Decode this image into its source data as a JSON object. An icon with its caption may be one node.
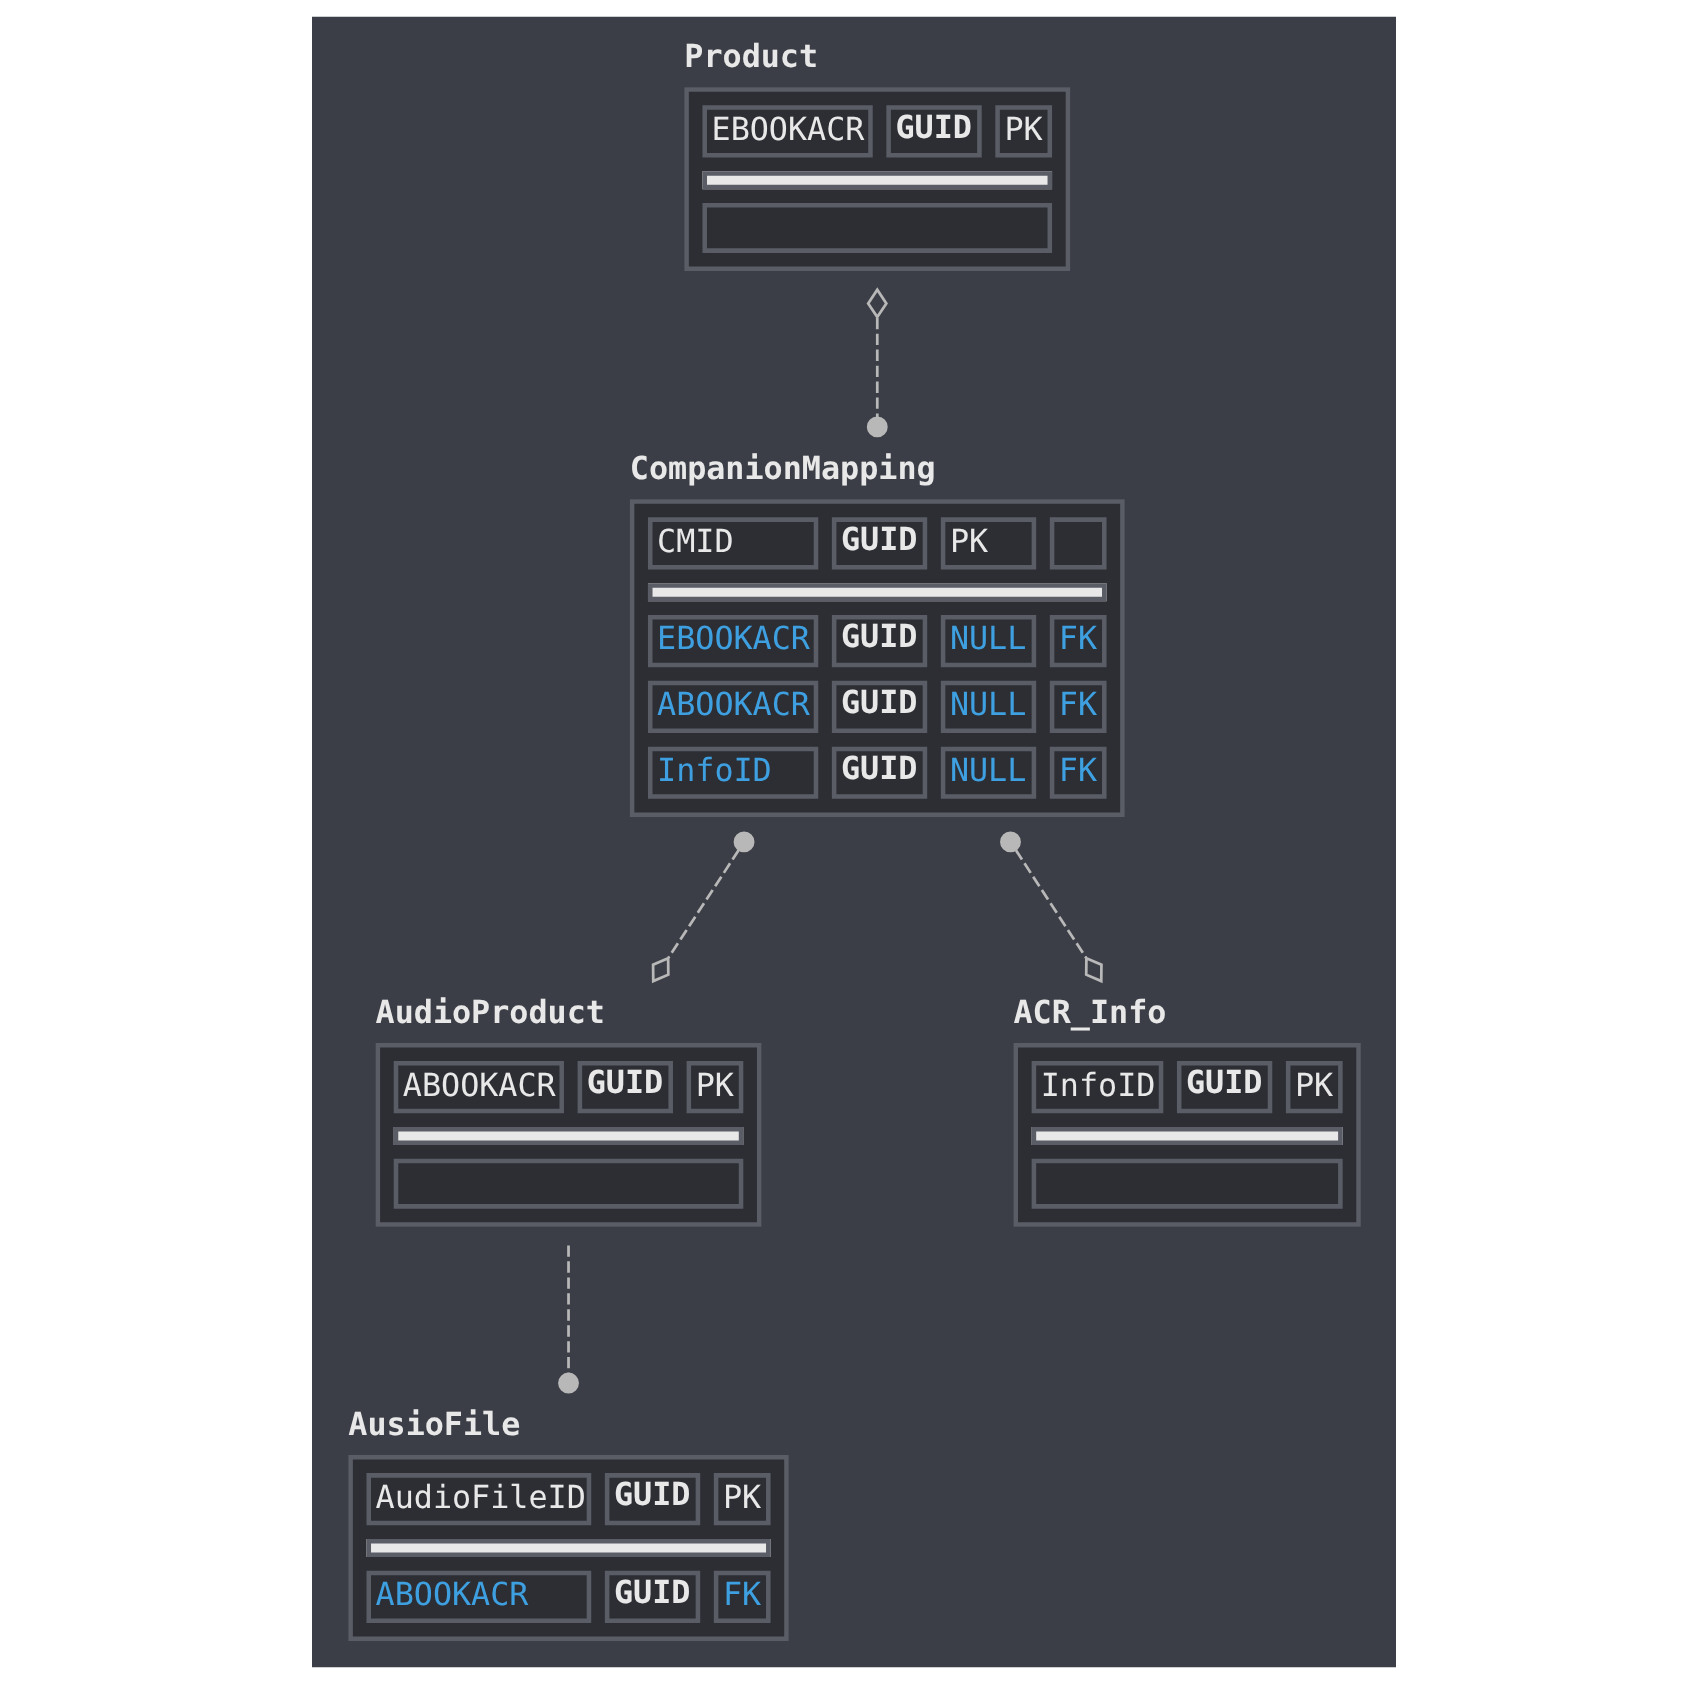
{
  "diagram": {
    "nodes": [
      {
        "text": [
          "Product",
          "EBOOKACR GUID PK"
        ]
      },
      {
        "text": [
          "CompanionMapping",
          "CMID GUID PK",
          "EBOOKACR GUID NULL FK",
          "ABOOKACR GUID NULL FK",
          "InfoID GUID NULL FK"
        ]
      },
      {
        "text": [
          "AudioProduct",
          "ABOOKACR GUID PK"
        ]
      },
      {
        "text": [
          "ACR_Info",
          "InfoID GUID PK"
        ]
      },
      {
        "text": [
          "AusioFile",
          "AudioFileID GUID PK",
          "ABOOKACR GUID FK"
        ]
      }
    ],
    "edges": [
      {
        "from": 0,
        "to": 1,
        "arrow": "other",
        "style": "dashed"
      },
      {
        "from": 1,
        "to": 2,
        "arrow": "other",
        "style": "dashed"
      },
      {
        "from": 1,
        "to": 3,
        "arrow": "other",
        "style": "dashed"
      },
      {
        "from": 2,
        "to": 4,
        "arrow": "other",
        "style": "dashed"
      }
    ]
  }
}
